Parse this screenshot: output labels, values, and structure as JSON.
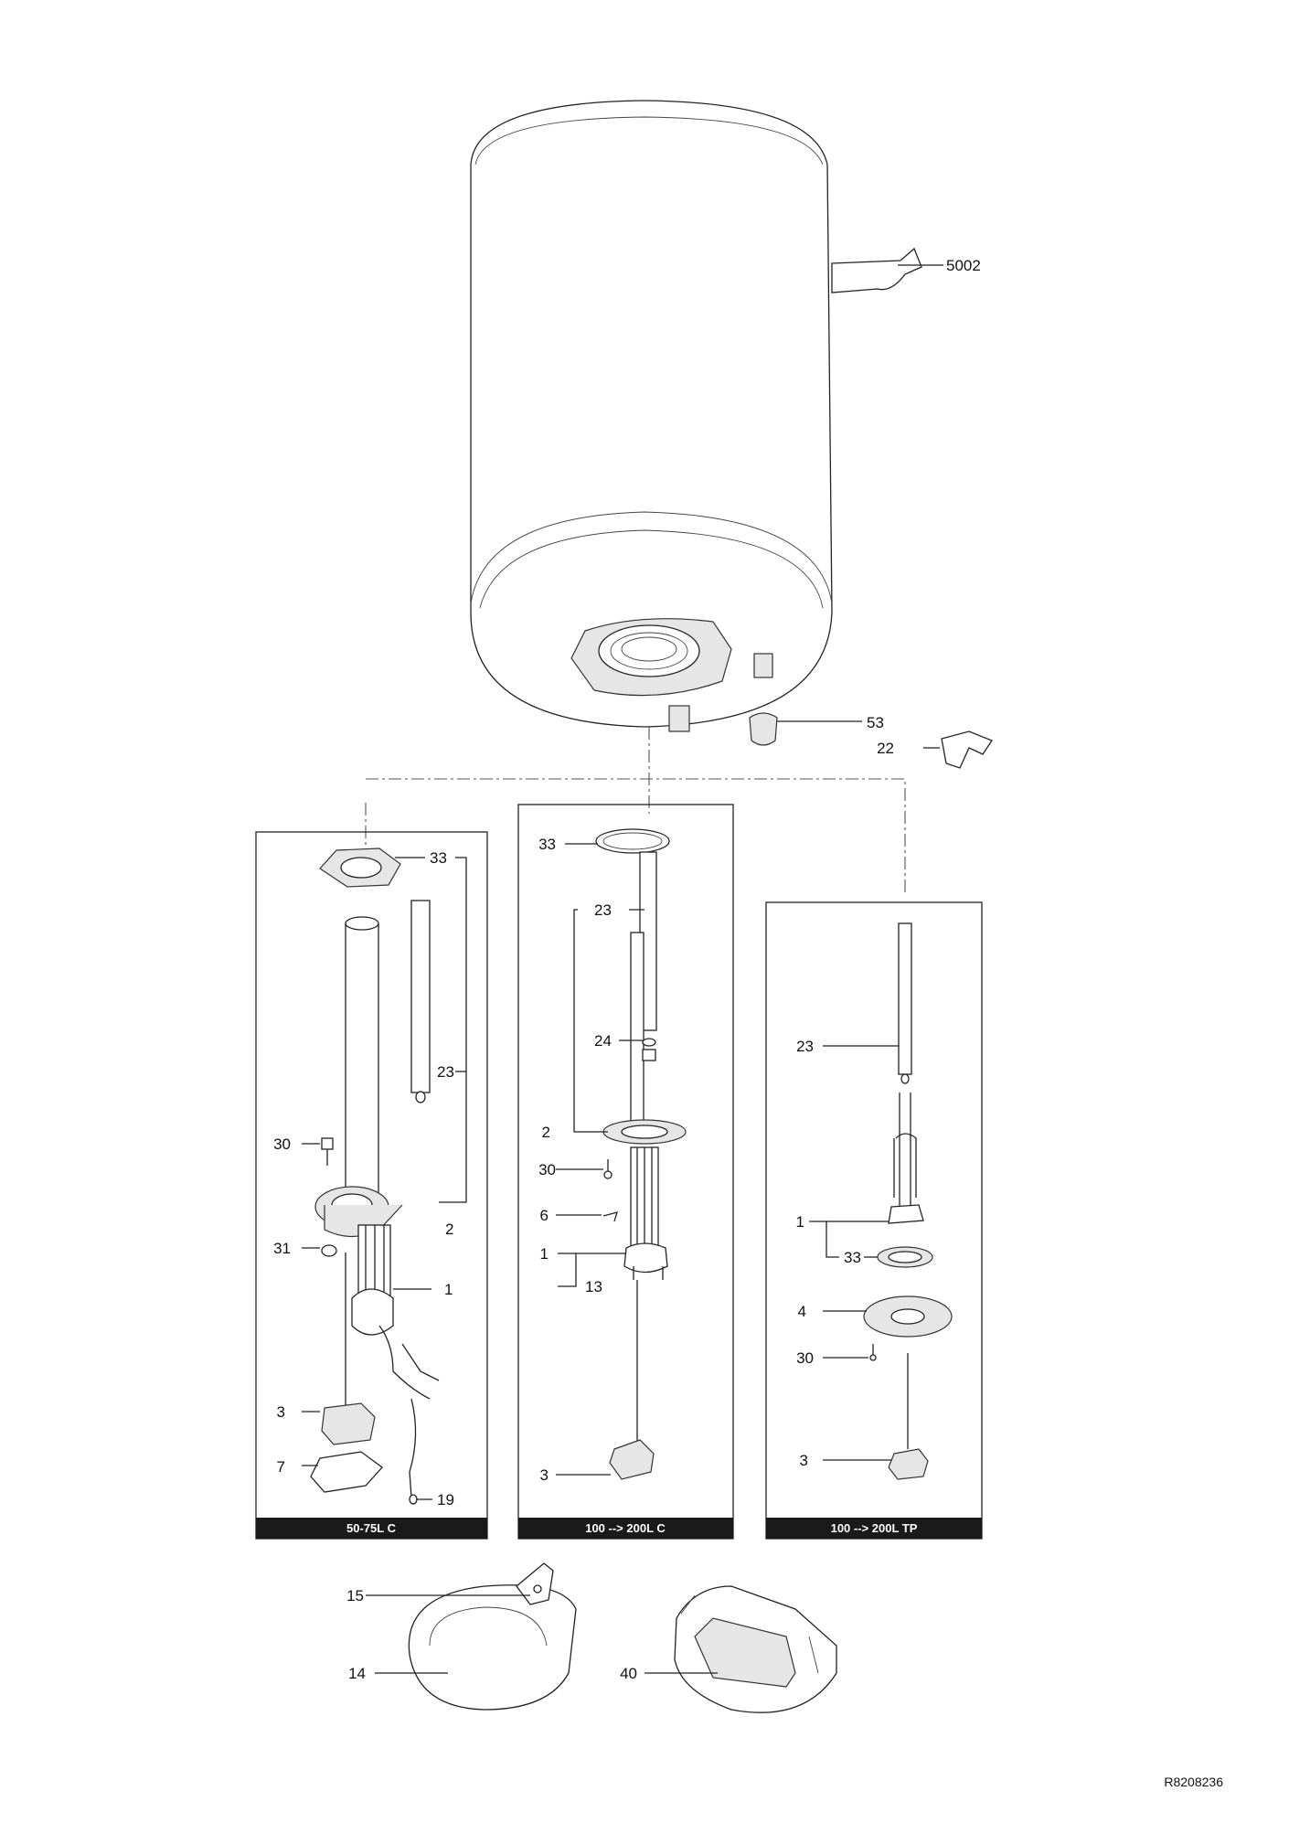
{
  "drawing_reference": "R8208236",
  "panels": [
    {
      "id": "left",
      "title": "50-75L C"
    },
    {
      "id": "middle",
      "title": "100 --> 200L C"
    },
    {
      "id": "right",
      "title": "100 --> 200L TP"
    }
  ],
  "callouts": {
    "tank": [
      "5002",
      "53",
      "22"
    ],
    "left": [
      "33",
      "23",
      "30",
      "2",
      "31",
      "1",
      "3",
      "7",
      "19"
    ],
    "middle": [
      "33",
      "23",
      "24",
      "2",
      "30",
      "6",
      "1",
      "13",
      "3"
    ],
    "right": [
      "23",
      "1",
      "33",
      "4",
      "30",
      "3"
    ],
    "bottom": [
      "15",
      "14",
      "40"
    ]
  }
}
